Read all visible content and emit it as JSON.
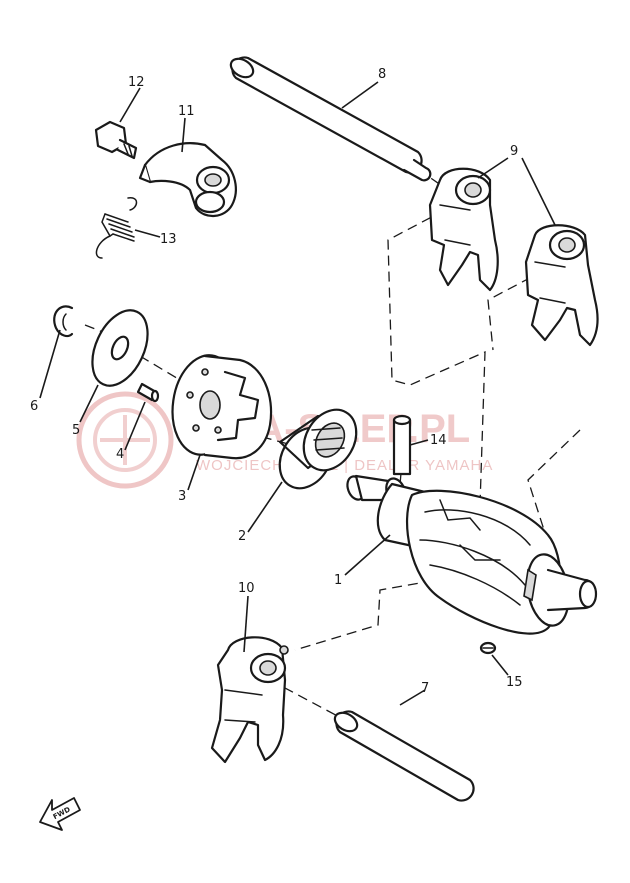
{
  "callouts": [
    "1",
    "2",
    "3",
    "4",
    "5",
    "6",
    "7",
    "8",
    "9",
    "10",
    "11",
    "12",
    "13",
    "14",
    "15"
  ],
  "watermark": {
    "main": "MA-SILEP.PL",
    "sub": "WOJCIECHOWICZ | DEALER YAMAHA"
  },
  "direction_label": "FWD",
  "colors": {
    "line": "#1a1a1a",
    "watermark": "#e4a0a0"
  }
}
